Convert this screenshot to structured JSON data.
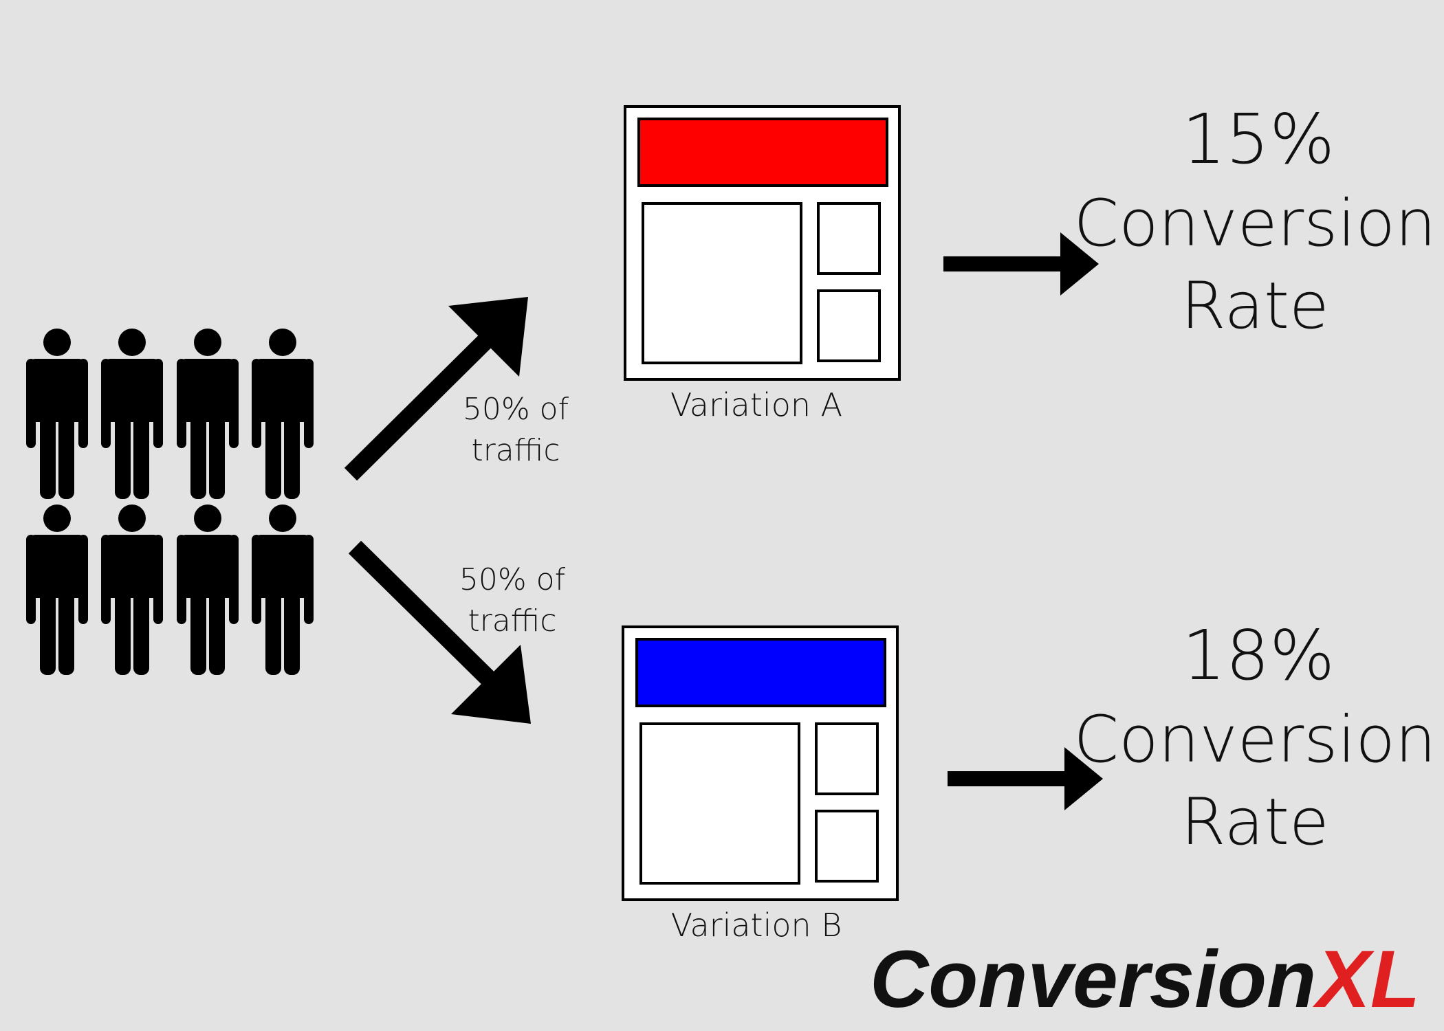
{
  "traffic": {
    "top": {
      "line1": "50% of",
      "line2": "traffic"
    },
    "bottom": {
      "line1": "50% of",
      "line2": "traffic"
    }
  },
  "variations": {
    "a": {
      "label": "Variation A",
      "header_color": "#ff0000"
    },
    "b": {
      "label": "Variation B",
      "header_color": "#0000ff"
    }
  },
  "results": {
    "a": {
      "rate": "15%",
      "line1": "Conversion",
      "line2": "Rate"
    },
    "b": {
      "rate": "18%",
      "line1": "Conversion",
      "line2": "Rate"
    }
  },
  "logo": {
    "main": "Conversion",
    "accent": "XL",
    "accent_color": "#e02020",
    "main_color": "#111111"
  },
  "colors": {
    "background": "#e3e3e3",
    "ink": "#000000"
  },
  "icons": {
    "people": "person-icon",
    "arrows": "arrow-icon"
  }
}
